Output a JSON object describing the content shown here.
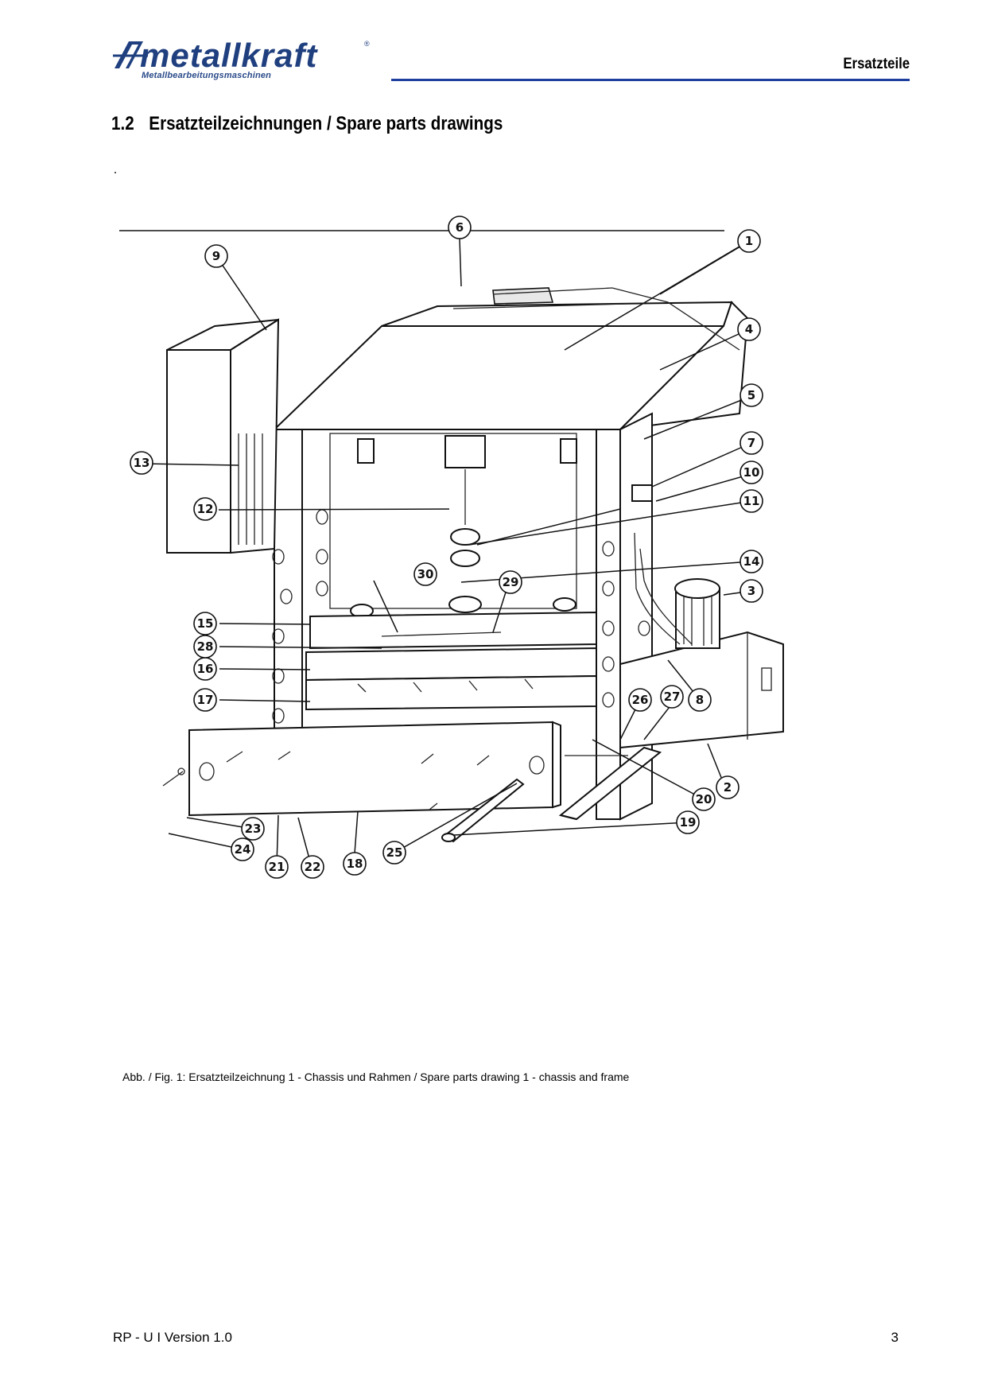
{
  "header": {
    "logo": {
      "wordmark": "metallkraft",
      "registered": "®",
      "tagline": "Metallbearbeitungsmaschinen"
    },
    "section_title": "Ersatzteile",
    "accent_color": "#1f3f9f"
  },
  "heading": {
    "number": "1.2",
    "title": "Ersatzteilzeichnungen / Spare parts drawings"
  },
  "drawing": {
    "callouts": [
      "1",
      "2",
      "3",
      "4",
      "5",
      "6",
      "7",
      "8",
      "9",
      "10",
      "11",
      "12",
      "13",
      "14",
      "15",
      "16",
      "17",
      "18",
      "19",
      "20",
      "21",
      "22",
      "23",
      "24",
      "25",
      "26",
      "27",
      "28",
      "29",
      "30"
    ]
  },
  "caption": "Abb. / Fig. 1: Ersatzteilzeichnung 1 - Chassis und Rahmen / Spare parts drawing 1 - chassis and frame",
  "footer": {
    "version": "RP - U I Version 1.0",
    "page_number": "3"
  }
}
